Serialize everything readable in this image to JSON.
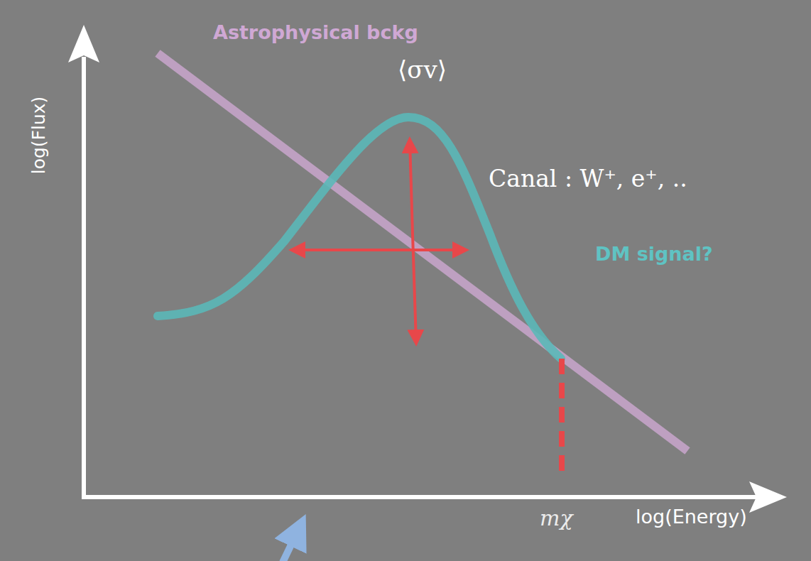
{
  "diagram": {
    "labels": [
      "Astrophysical bckg",
      "⟨σv⟩",
      "Canal  : W⁺, e⁺, ..",
      "DM signal?",
      "log(Flux)",
      "mχ",
      "log(Energy)"
    ]
  }
}
